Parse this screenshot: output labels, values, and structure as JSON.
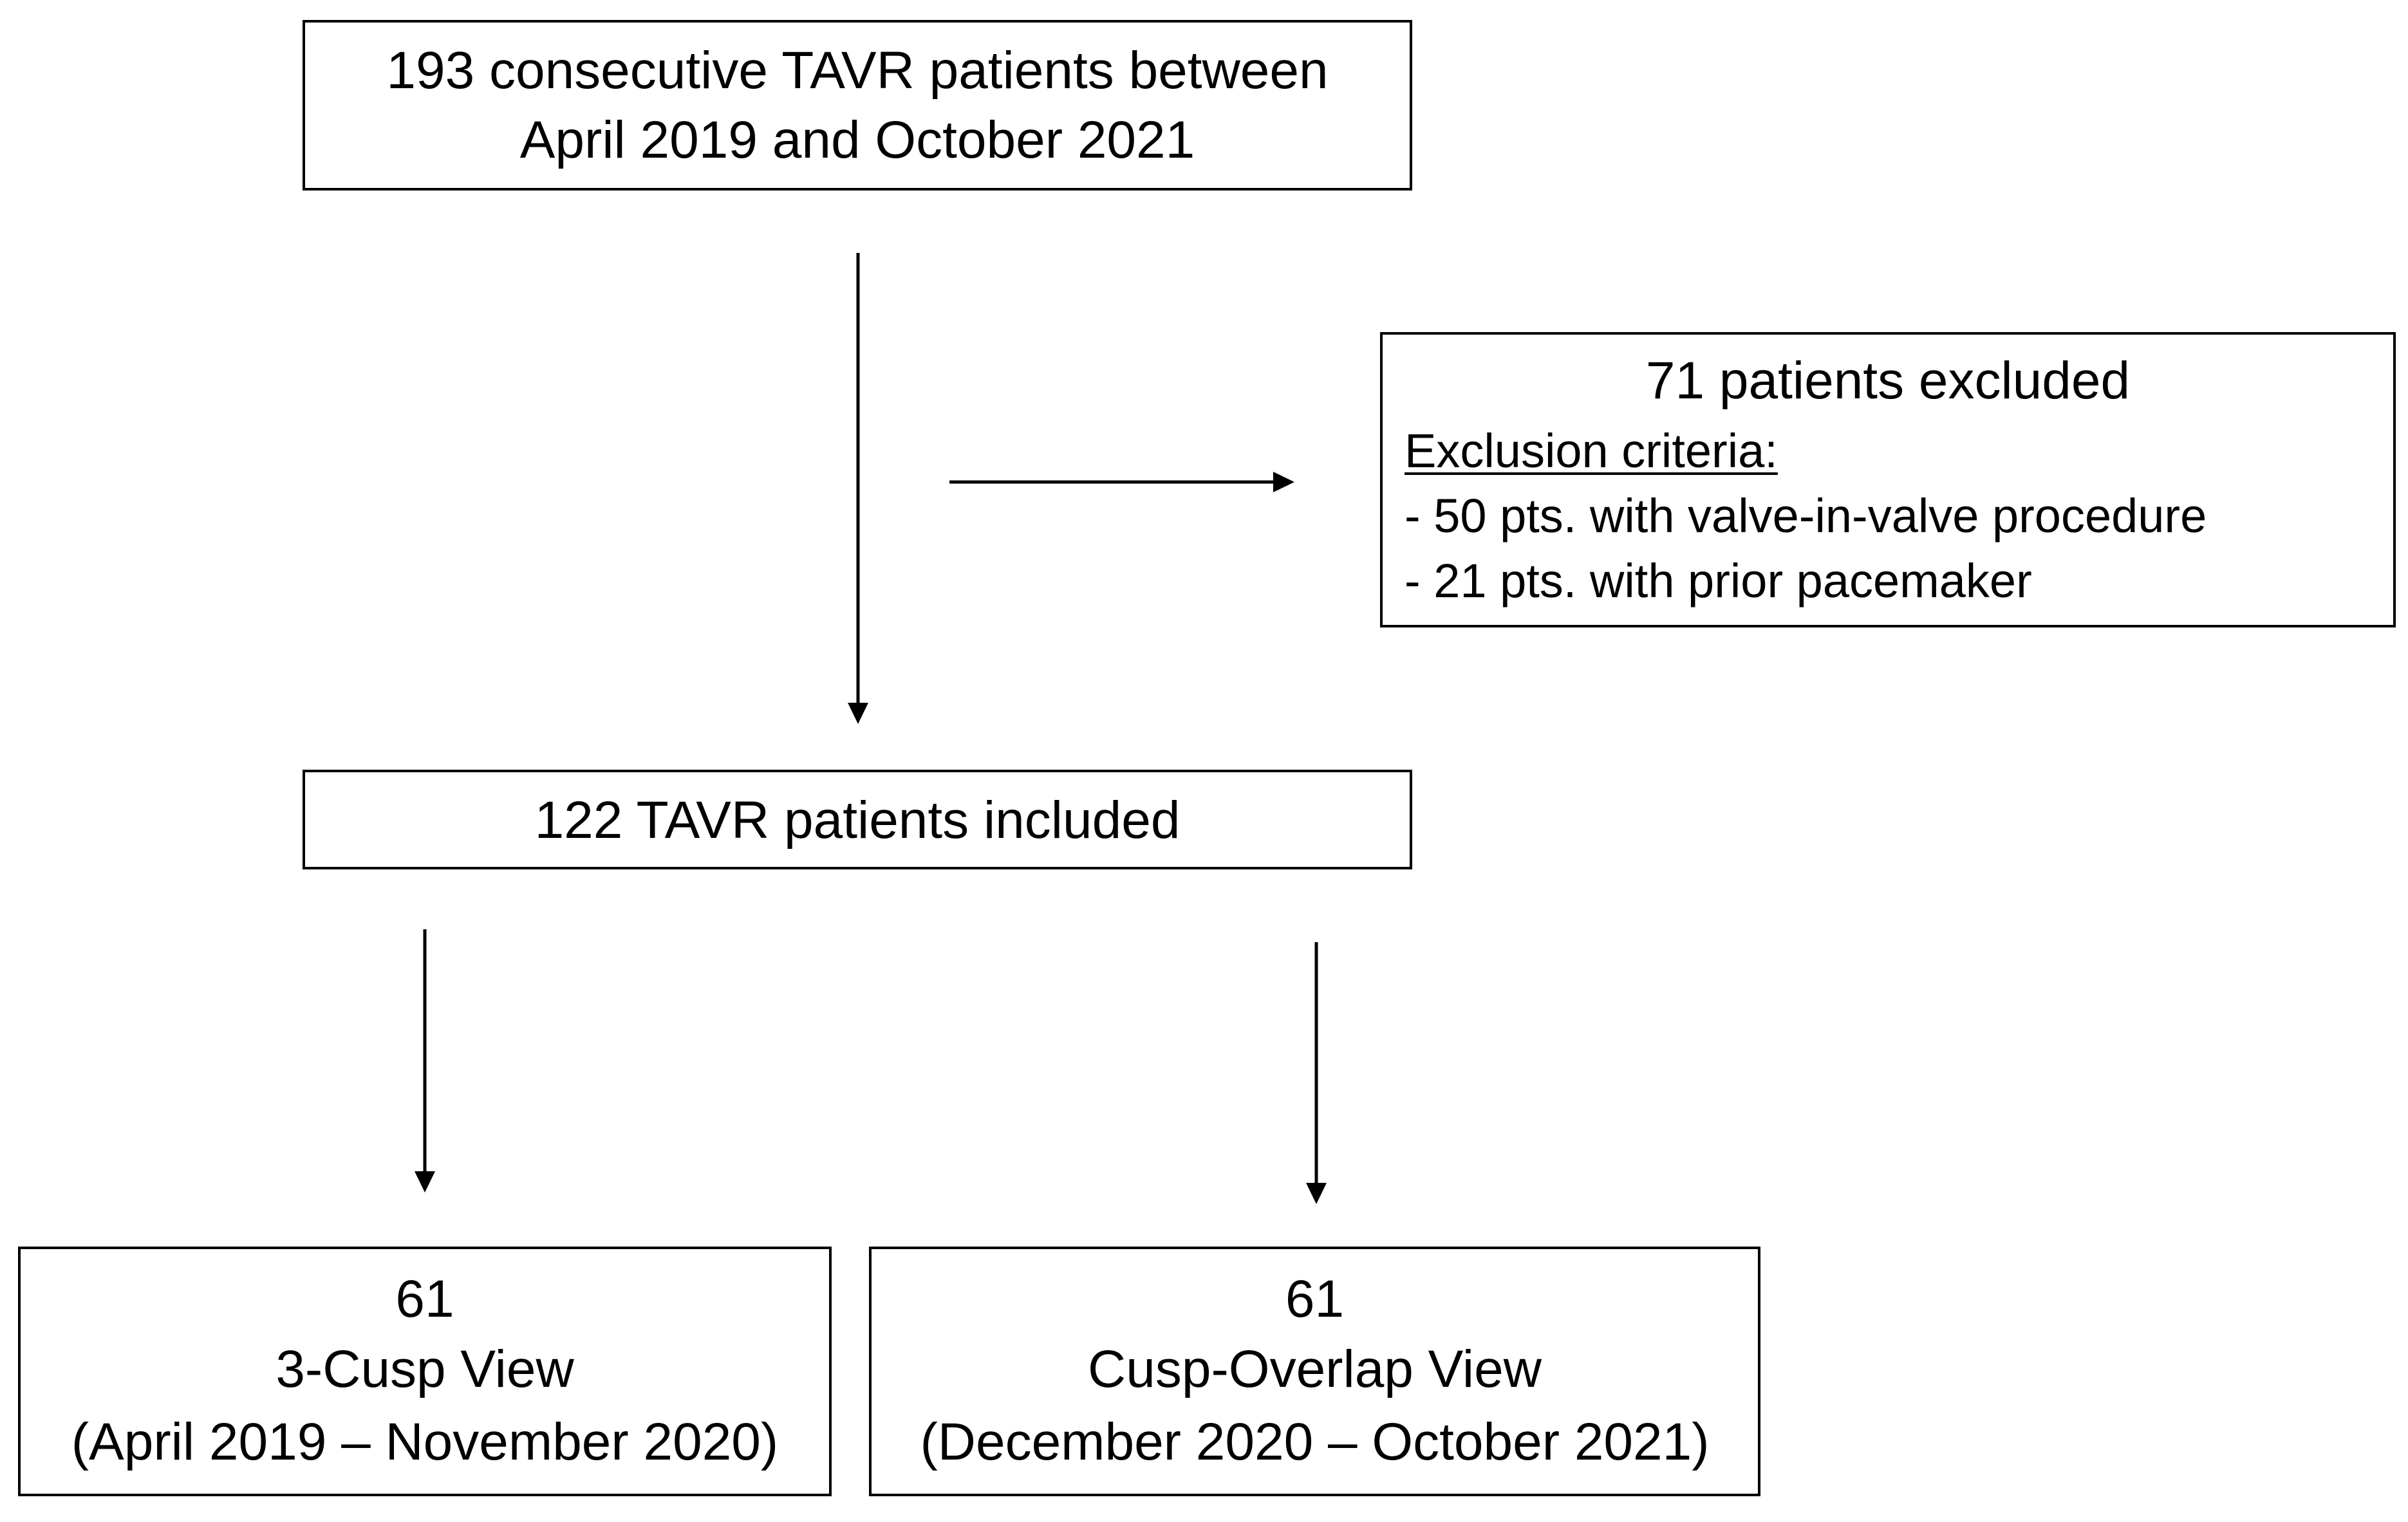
{
  "top_box": {
    "line1": "193 consecutive TAVR patients between",
    "line2": "April 2019 and October 2021"
  },
  "excluded_box": {
    "title": "71 patients excluded",
    "criteria_heading": "Exclusion criteria:",
    "criteria": [
      "- 50 pts. with valve-in-valve procedure",
      "- 21 pts. with prior pacemaker"
    ]
  },
  "included_box": {
    "label": "122 TAVR patients included"
  },
  "left_group": {
    "count": "61",
    "view": "3-Cusp View",
    "period": "(April 2019 – November 2020)"
  },
  "right_group": {
    "count": "61",
    "view": "Cusp-Overlap View",
    "period": "(December 2020 – October 2021)"
  }
}
